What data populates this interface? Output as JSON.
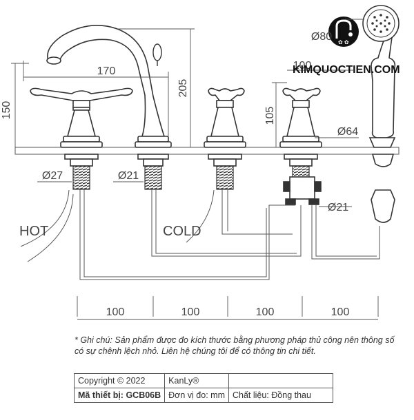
{
  "watermark": "KIMQUOCTIEN.COM",
  "dimensions": {
    "spout_reach": "170",
    "spout_height": "205",
    "handle_height": "150",
    "diverter_height": "105",
    "shower_width": "100",
    "shower_diameter": "Ø80",
    "deck_diameter": "Ø64",
    "hot_thread": "Ø27",
    "spout_thread": "Ø21",
    "diverter_thread": "Ø21",
    "spacing": [
      "100",
      "100",
      "100",
      "100"
    ]
  },
  "labels": {
    "hot": "HOT",
    "cold": "COLD"
  },
  "note": "* Ghi chú: Sản phẩm được đo kích thước bằng phương pháp thủ công nên thông số có sự chênh lệch nhỏ. Liên hệ chúng tôi để có thông tin chi tiết.",
  "info_table": {
    "copyright": "Copyright © 2022",
    "brand": "KanLy®",
    "model_label": "Mã thiết bị: GCB06B",
    "unit_label": "Đơn vị đo: mm",
    "material_label": "Chất liệu: Đồng thau"
  }
}
